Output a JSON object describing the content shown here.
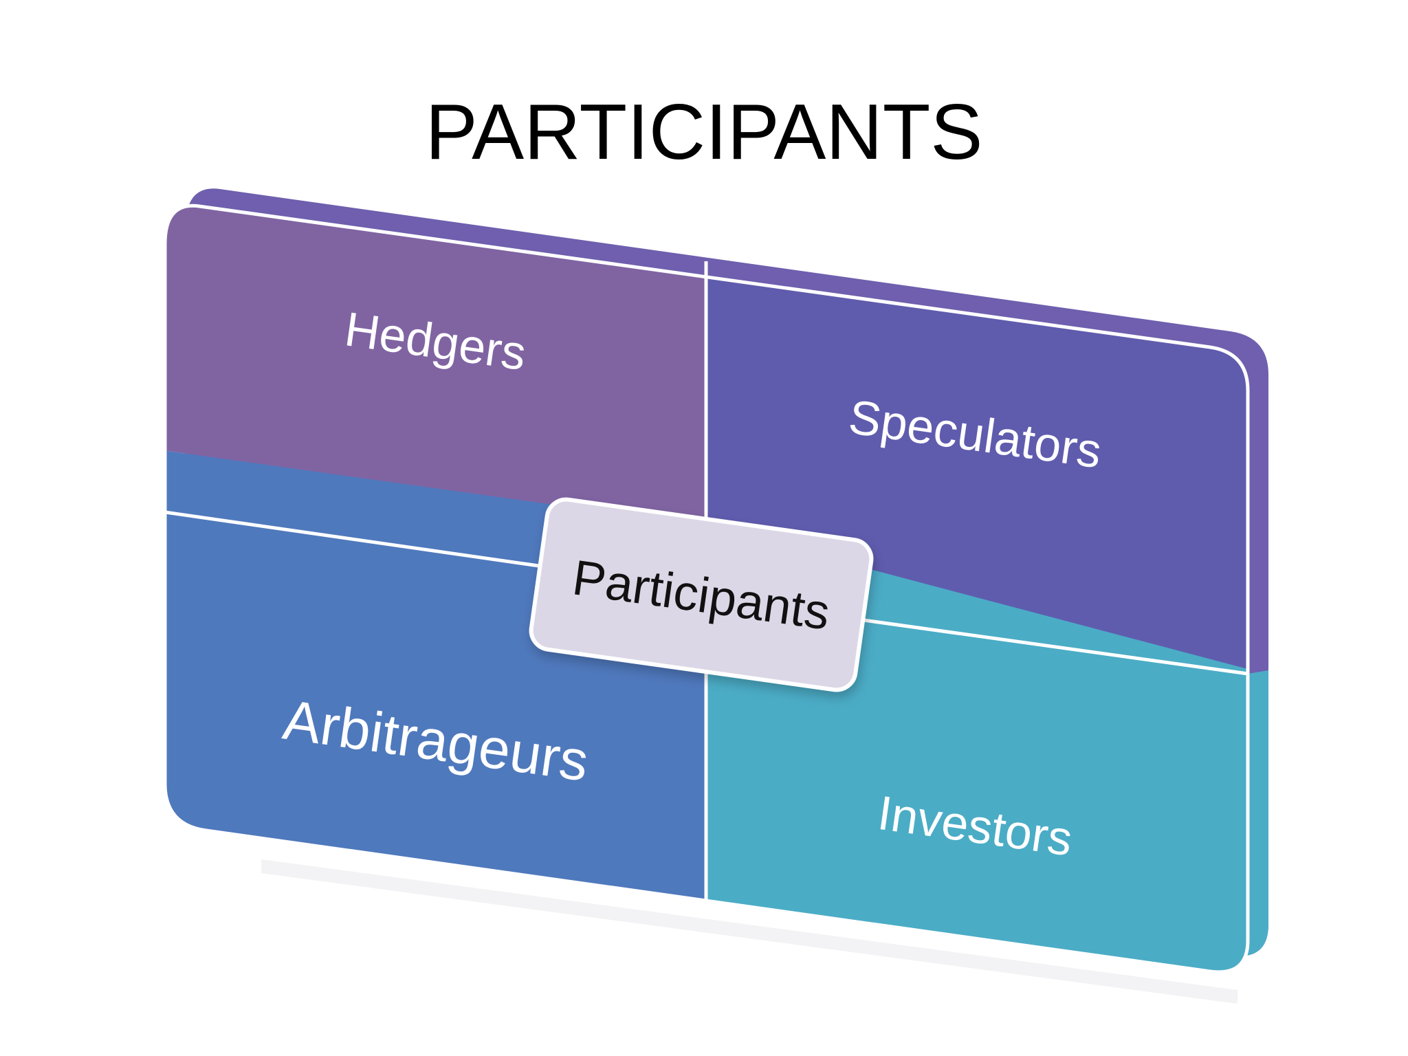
{
  "slide": {
    "title": "PARTICIPANTS"
  },
  "diagram": {
    "center_label": "Participants",
    "quadrants": [
      {
        "label": "Hedgers",
        "color": "#8064A2"
      },
      {
        "label": "Speculators",
        "color": "#5F5CAE"
      },
      {
        "label": "Arbitrageurs",
        "color": "#4F79BD"
      },
      {
        "label": "Investors",
        "color": "#4BACC6"
      }
    ],
    "center_color": "#DCD7E6",
    "edge_color": "#6F5FAE"
  }
}
